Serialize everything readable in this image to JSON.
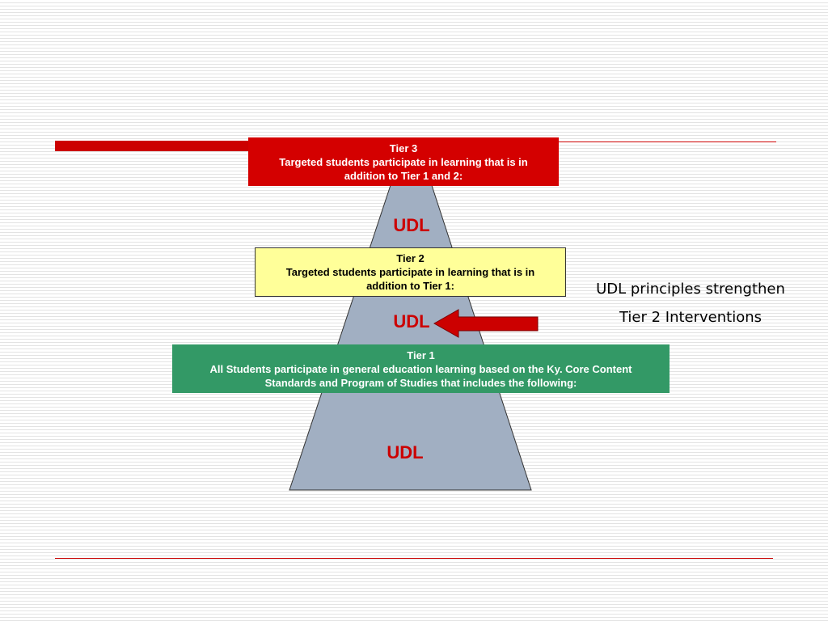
{
  "tiers": {
    "tier3": {
      "heading": "Tier 3",
      "line1": "Targeted students participate in learning that is in",
      "line2": "addition to Tier 1 and 2:"
    },
    "tier2": {
      "heading": "Tier 2",
      "line1": "Targeted students participate in learning that is in",
      "line2": "addition to Tier 1:"
    },
    "tier1": {
      "heading": "Tier 1",
      "line1": "All Students participate in general education learning based on the Ky. Core Content",
      "line2": "Standards and Program of Studies that includes the following:"
    }
  },
  "pyramid_labels": {
    "top": "UDL",
    "middle": "UDL",
    "bottom": "UDL"
  },
  "note": {
    "line1": "UDL principles strengthen",
    "line2": "Tier 2 Interventions"
  },
  "colors": {
    "tier3_fill": "#d40000",
    "tier2_fill": "#ffff99",
    "tier1_fill": "#339966",
    "pyramid_fill": "#a1afc2",
    "udl_text": "#cc0000",
    "arrow_fill": "#cc0000",
    "accent_line": "#cc0000"
  }
}
